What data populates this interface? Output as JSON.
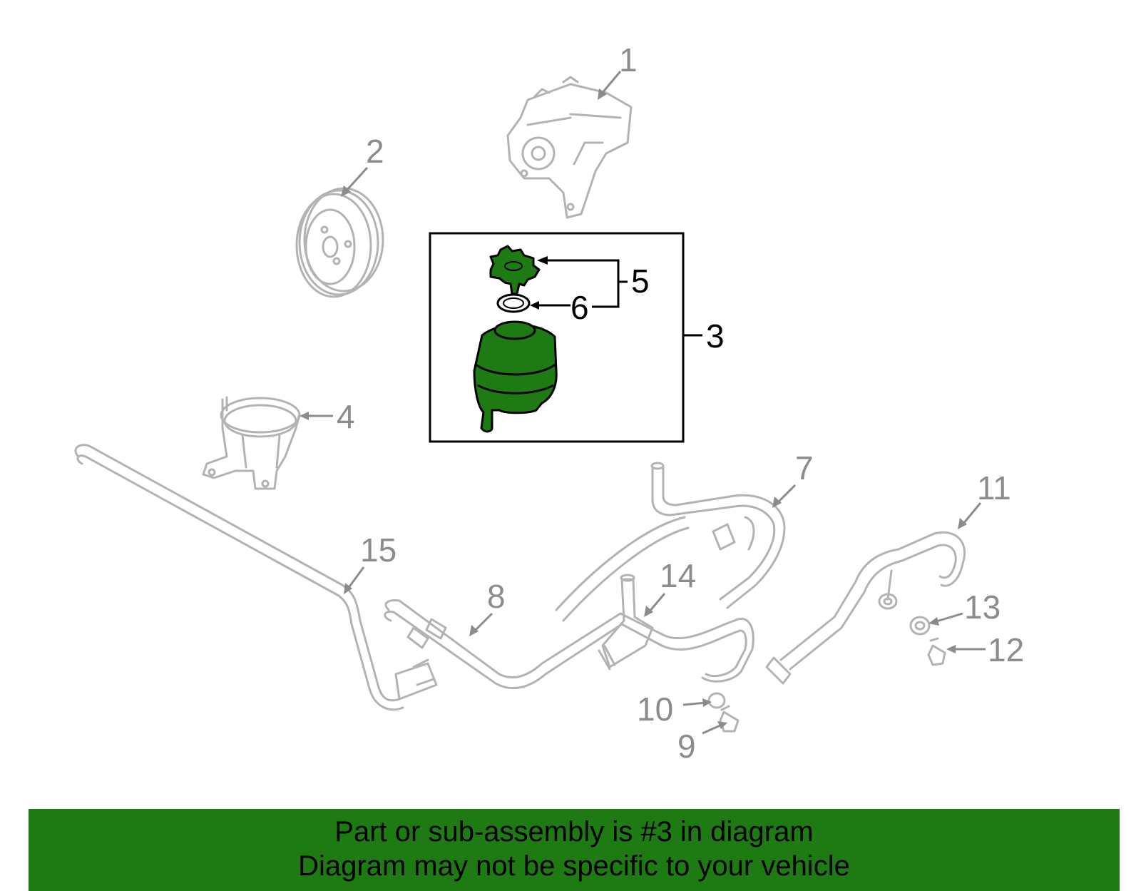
{
  "diagram": {
    "highlight_color": "#1e7a12",
    "ghost_color": "#b3b3b3",
    "callouts": [
      {
        "id": "1",
        "label": "1"
      },
      {
        "id": "2",
        "label": "2"
      },
      {
        "id": "3",
        "label": "3"
      },
      {
        "id": "4",
        "label": "4"
      },
      {
        "id": "5",
        "label": "5"
      },
      {
        "id": "6",
        "label": "6"
      },
      {
        "id": "7",
        "label": "7"
      },
      {
        "id": "8",
        "label": "8"
      },
      {
        "id": "9",
        "label": "9"
      },
      {
        "id": "10",
        "label": "10"
      },
      {
        "id": "11",
        "label": "11"
      },
      {
        "id": "12",
        "label": "12"
      },
      {
        "id": "13",
        "label": "13"
      },
      {
        "id": "14",
        "label": "14"
      },
      {
        "id": "15",
        "label": "15"
      }
    ]
  },
  "banner": {
    "line1": "Part or sub-assembly is #3 in diagram",
    "line2": "Diagram may not be specific to your vehicle"
  }
}
